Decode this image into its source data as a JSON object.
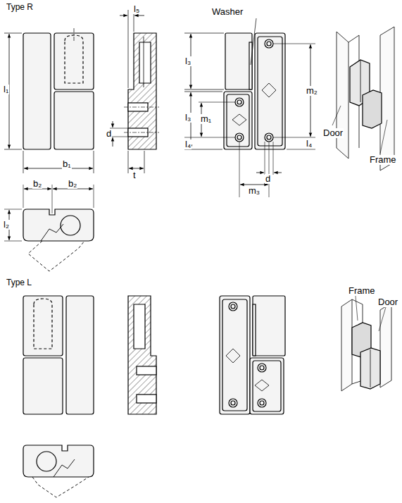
{
  "diagram": {
    "labels": [
      "Type R",
      "l₁",
      "b₁",
      "l₅",
      "d",
      "t",
      "Washer",
      "l₃",
      "l₃",
      "m₁",
      "l₄",
      "m₂",
      "l₄",
      "d",
      "m₃",
      "Door",
      "Frame",
      "b₂",
      "b₂",
      "l₂",
      "Type L",
      "Frame",
      "Door"
    ]
  }
}
